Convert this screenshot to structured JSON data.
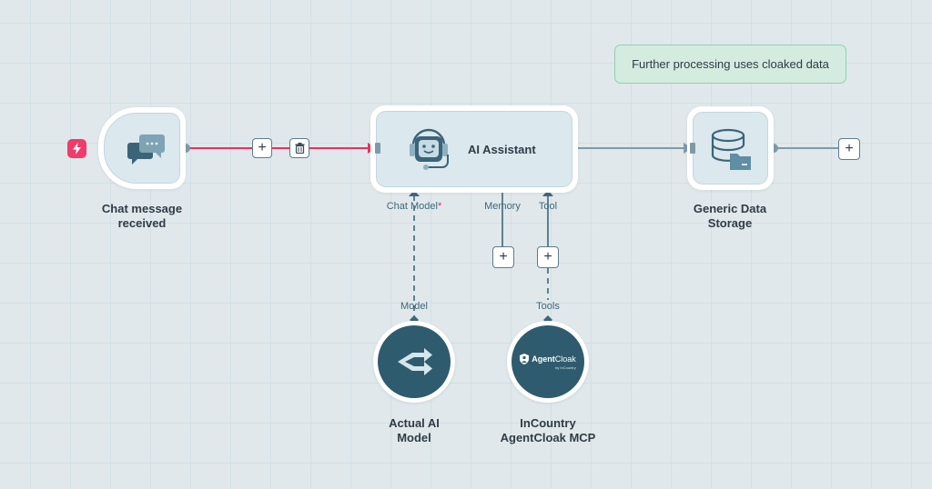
{
  "canvas": {
    "colors": {
      "background": "#e0e8eb",
      "active_connection": "#e8325f",
      "connection": "#7f9aa7",
      "node_fill": "#dbe8ee",
      "node_dark": "#2f5b6e",
      "note_fill": "#d4ebe0",
      "note_border": "#8fd0ae",
      "trigger_badge": "#ef3c6b",
      "required_marker": "#e0325f"
    }
  },
  "note": {
    "text": "Further processing uses cloaked data"
  },
  "nodes": {
    "trigger": {
      "label": "Chat message received",
      "label_line1": "Chat message",
      "label_line2": "received",
      "icon": "chat-bubbles-icon",
      "badge_icon": "lightning-bolt-icon"
    },
    "connection_toolbar": {
      "add_label": "+",
      "add_icon": "plus-icon",
      "delete_icon": "trash-icon"
    },
    "ai_assistant": {
      "title": "AI Assistant",
      "icon": "robot-headset-icon",
      "inputs": [
        {
          "label": "Chat Model",
          "required_marker": "*",
          "required": true
        },
        {
          "label": "Memory",
          "required": false
        },
        {
          "label": "Tool",
          "required": false
        }
      ],
      "memory_add_label": "+",
      "tool_add_label": "+"
    },
    "storage": {
      "label": "Generic Data Storage",
      "label_line1": "Generic Data",
      "label_line2": "Storage",
      "icon": "database-folder-icon",
      "add_label": "+"
    },
    "model": {
      "port_label": "Model",
      "label_line1": "Actual AI",
      "label_line2": "Model",
      "icon": "split-arrows-icon"
    },
    "tools": {
      "port_label": "Tools",
      "label_line1": "InCountry",
      "label_line2": "AgentCloak MCP",
      "logo_bold": "Agent",
      "logo_light": "Cloak",
      "logo_by": "by InCountry",
      "icon": "agentcloak-shield-icon"
    }
  }
}
